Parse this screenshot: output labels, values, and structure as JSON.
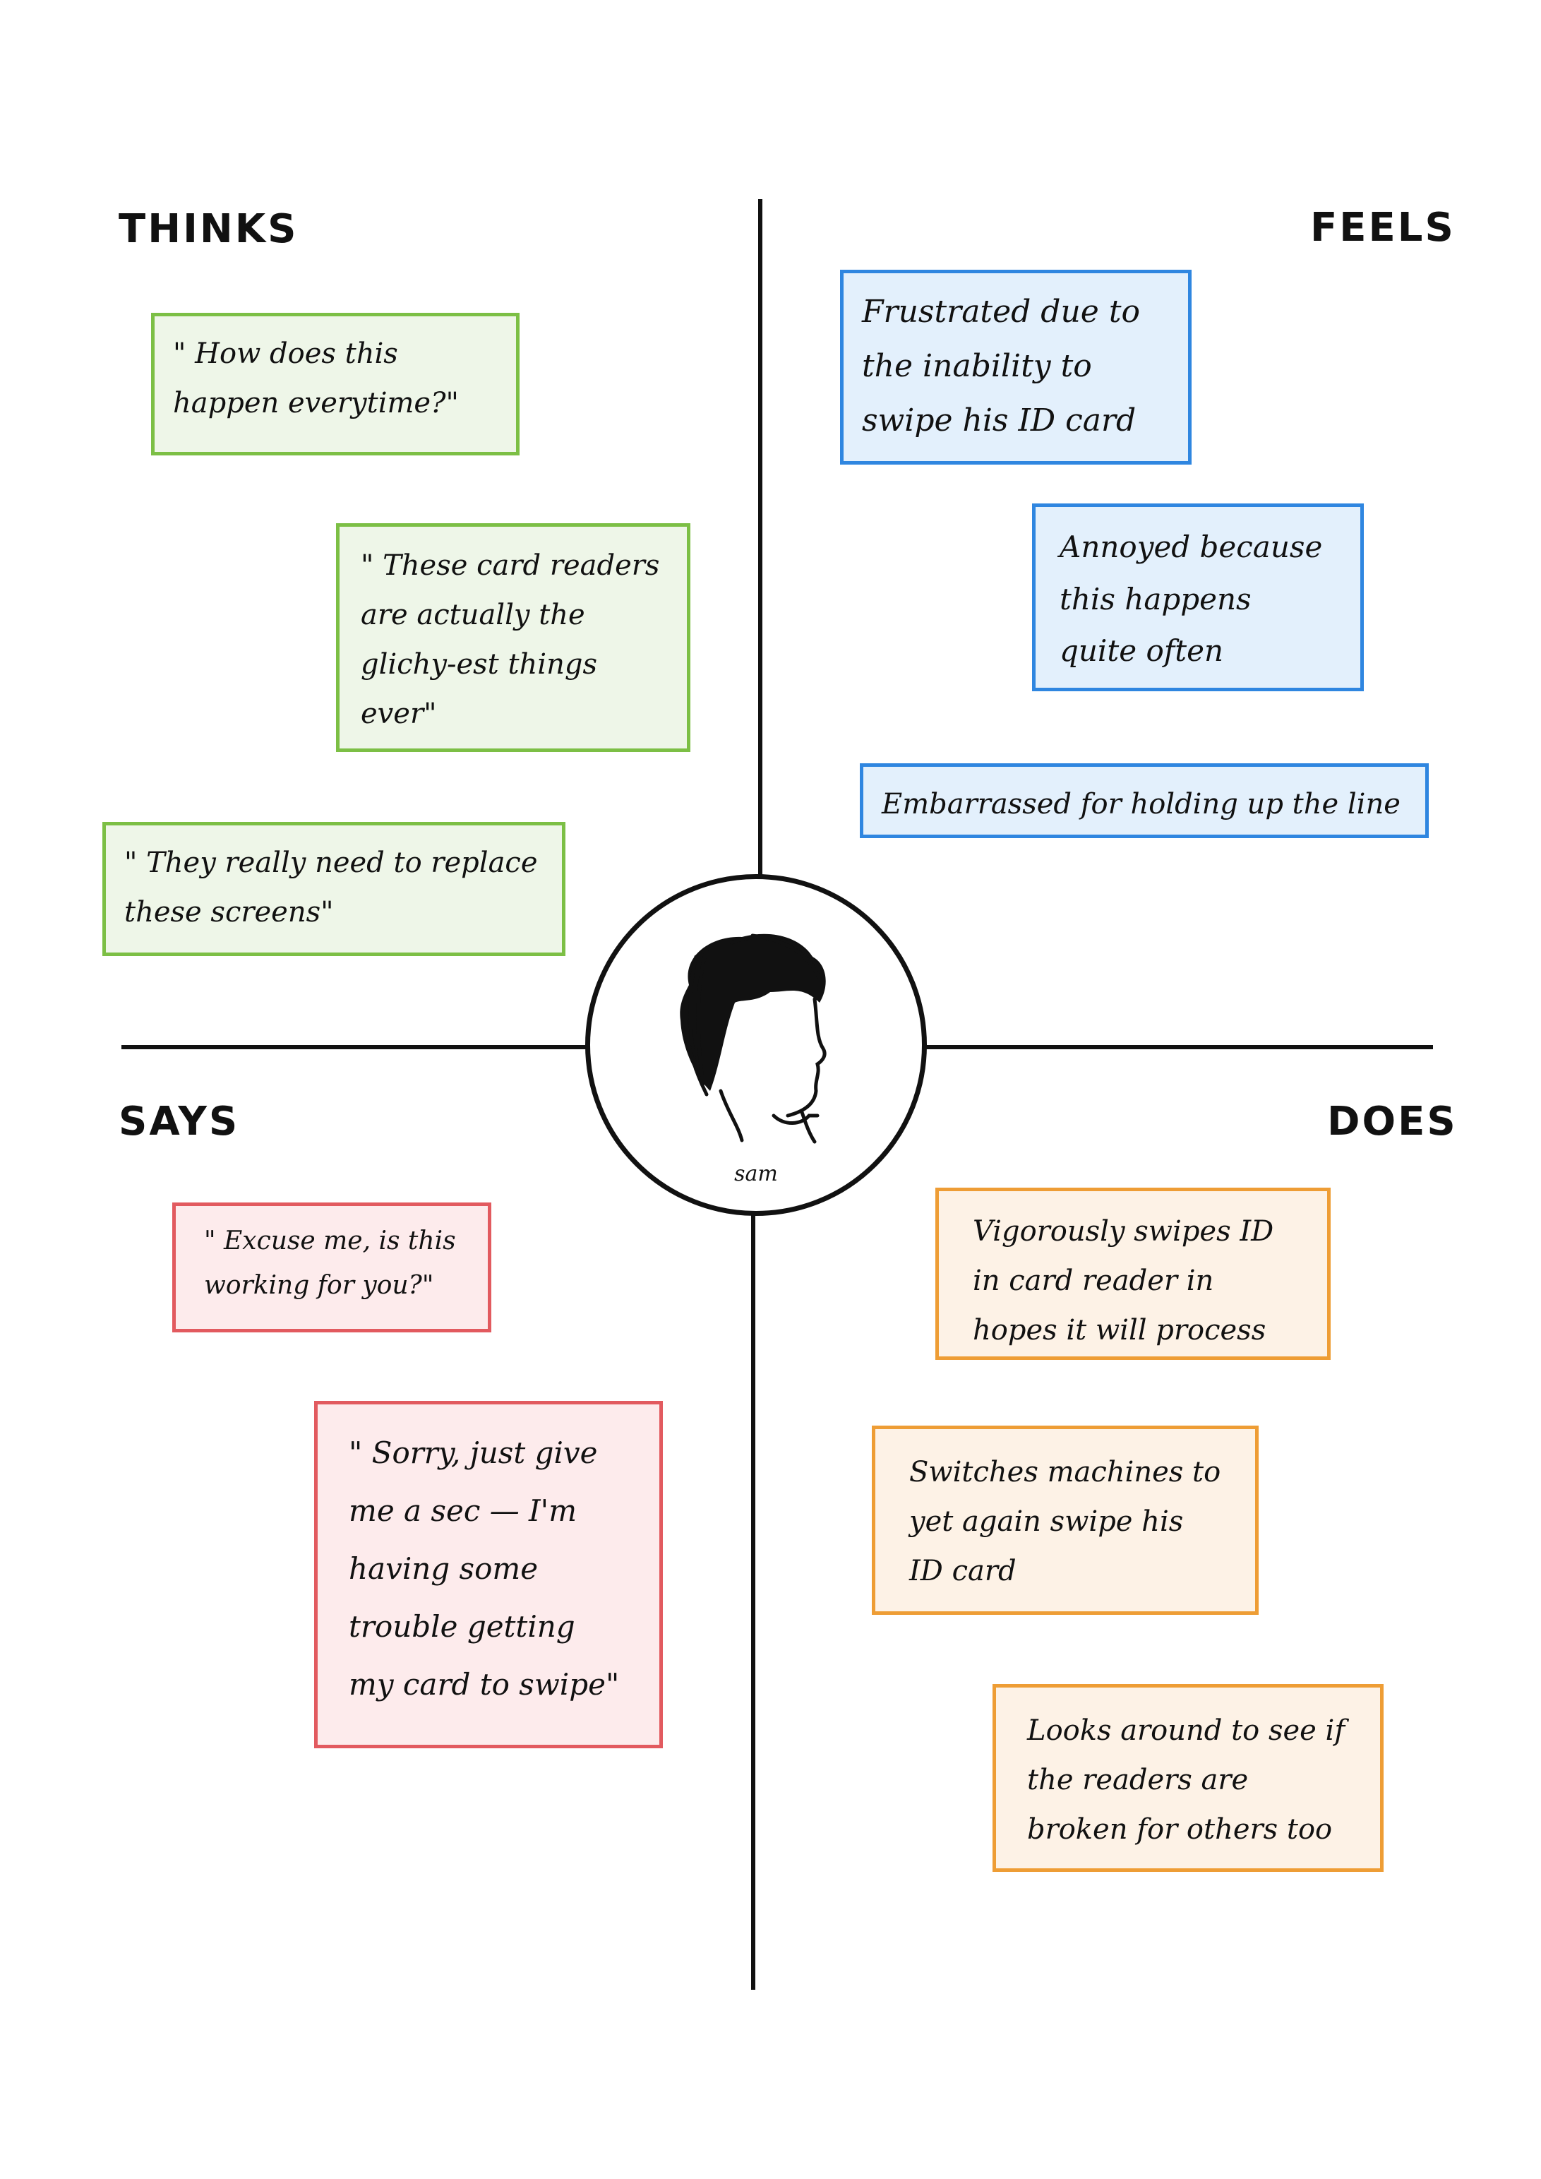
{
  "quadrants": {
    "thinks": {
      "label": "THINKS",
      "notes": [
        "\" How does this happen everytime?\"",
        "\" These card readers are actually the glichy-est things ever\"",
        "\" They really need to replace these screens\""
      ]
    },
    "feels": {
      "label": "FEELS",
      "notes": [
        "Frustrated due to the inability to swipe his ID card",
        "Annoyed because this happens quite often",
        "Embarrassed for holding up the line"
      ]
    },
    "says": {
      "label": "SAYS",
      "notes": [
        "\" Excuse me, is this working for you?\"",
        "\" Sorry, just give me a sec — I'm having some trouble getting my card to swipe\""
      ]
    },
    "does": {
      "label": "DOES",
      "notes": [
        "Vigorously swipes ID in card reader in hopes it will process",
        "Switches machines to yet again swipe his ID card",
        "Looks around to see if the readers are broken for others too"
      ]
    }
  },
  "persona": {
    "name": "sam",
    "icon": "person-head-icon"
  },
  "colors": {
    "thinks": "#7cbf45",
    "feels": "#2f86e0",
    "says": "#e25a5f",
    "does": "#ee9d35"
  }
}
